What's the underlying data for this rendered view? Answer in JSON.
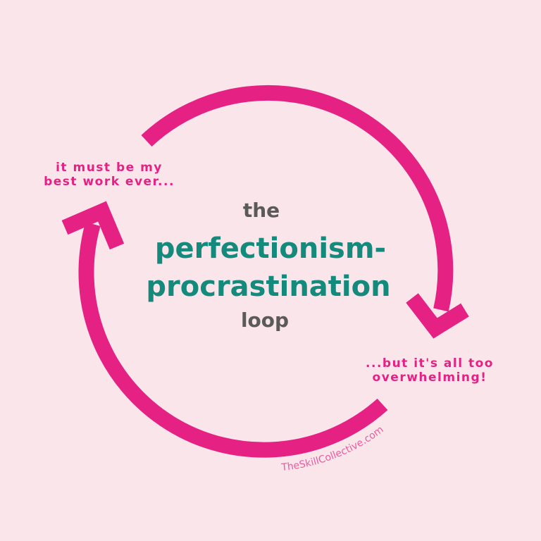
{
  "title": {
    "prefix": "the",
    "line1": "perfectionism-",
    "line2": "procrastination",
    "suffix": "loop"
  },
  "labels": {
    "top_left": [
      "it must be my",
      "best work ever..."
    ],
    "bottom_right": [
      "...but it's all too",
      "overwhelming!"
    ]
  },
  "watermark": "TheSkillCollective.com",
  "colors": {
    "background": "#fae5ea",
    "arrow": "#e52284",
    "title": "#138a7c",
    "text": "#5a5a5a"
  }
}
